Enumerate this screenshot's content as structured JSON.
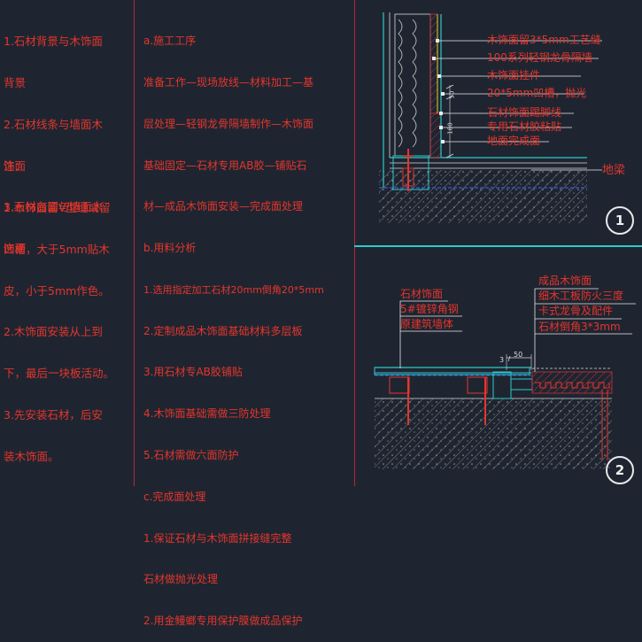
{
  "left_notes": {
    "items": [
      "1.石材背景与木饰面",
      "背景",
      "2.石材线条与墙面木",
      "饰面",
      "3.石材台面与墙面木",
      "饰面"
    ],
    "notes_title": "注：",
    "notes": [
      "1.木饰面留V型缝或留",
      "凹槽，大于5mm贴木",
      "皮，小于5mm作色。",
      "2.木饰面安装从上到",
      "下，最后一块板活动。",
      "3.先安装石材，后安",
      "装木饰面。"
    ]
  },
  "middle_notes": {
    "lines": [
      "a.施工工序",
      "准备工作—现场放线—材料加工—基",
      "层处理—轻钢龙骨隔墙制作—木饰面",
      "基础固定—石材专用AB胶—铺贴石",
      "材—成品木饰面安装—完成面处理",
      "b.用料分析",
      "1.选用指定加工石材20mm倒角20*5mm",
      "2.定制成品木饰面基础材料多层板",
      "3.用石材专AB胶铺贴",
      "4.木饰面基础需做三防处理",
      "5.石材需做六面防护",
      "c.完成面处理",
      "1.保证石材与木饰面拼接缝完整",
      "石材做抛光处理",
      "2.用金鳗螂专用保护膜做成品保护"
    ]
  },
  "detail1": {
    "labels": [
      "木饰面留3*5mm工艺缝",
      "100系列轻钢龙骨隔墙",
      "木饰面挂件",
      "20*5mm凹槽，抛光",
      "石材饰面踢脚线",
      "专用石材胶粘贴",
      "地面完成面"
    ],
    "beam_label": "地梁",
    "dim_50": "50",
    "dim_180": "180",
    "badge": "1"
  },
  "detail2": {
    "left_labels": [
      "石材饰面",
      "5#镀锌角钢",
      "原建筑墙体"
    ],
    "right_labels": [
      "成品木饰面",
      "细木工板防火三度",
      "卡式龙骨及配件",
      "石材倒角3*3mm"
    ],
    "dim_50": "50",
    "dim_3": "3",
    "badge": "2"
  },
  "colors": {
    "background": "#1e2531",
    "text": "#e6352b",
    "divider": "#b3283a",
    "cyan": "#2ec9c9",
    "hatch": "#8a8a8a",
    "yellow": "#e8d020"
  }
}
